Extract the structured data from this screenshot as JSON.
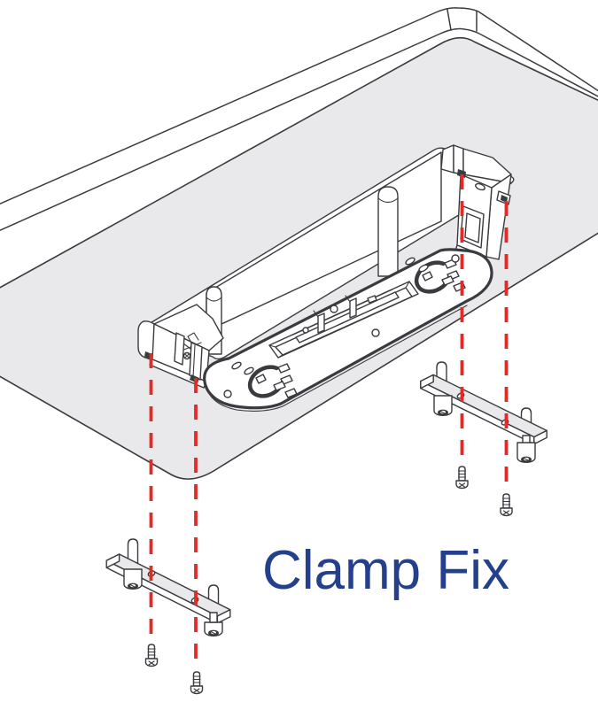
{
  "caption": {
    "text": "Clamp Fix"
  },
  "diagram": {
    "type": "exploded-assembly-diagram",
    "subject": "Fixing an under-desk mounting bracket with clamp bars, cap bolts and screws",
    "colors": {
      "desk_fill": "#e9e9eb",
      "line": "#3a3b3e",
      "alignment_red": "#e02b26",
      "caption_blue": "#24408c"
    },
    "parts": [
      {
        "name": "desk-panel-underside",
        "count": 1
      },
      {
        "name": "desk-cutout",
        "count": 1
      },
      {
        "name": "mount-bracket-plate",
        "count": 1
      },
      {
        "name": "clamp-bar",
        "count": 2
      },
      {
        "name": "cap-bolt",
        "count": 4
      },
      {
        "name": "fixing-screw",
        "count": 4
      },
      {
        "name": "alignment-line",
        "count": 4
      }
    ]
  }
}
